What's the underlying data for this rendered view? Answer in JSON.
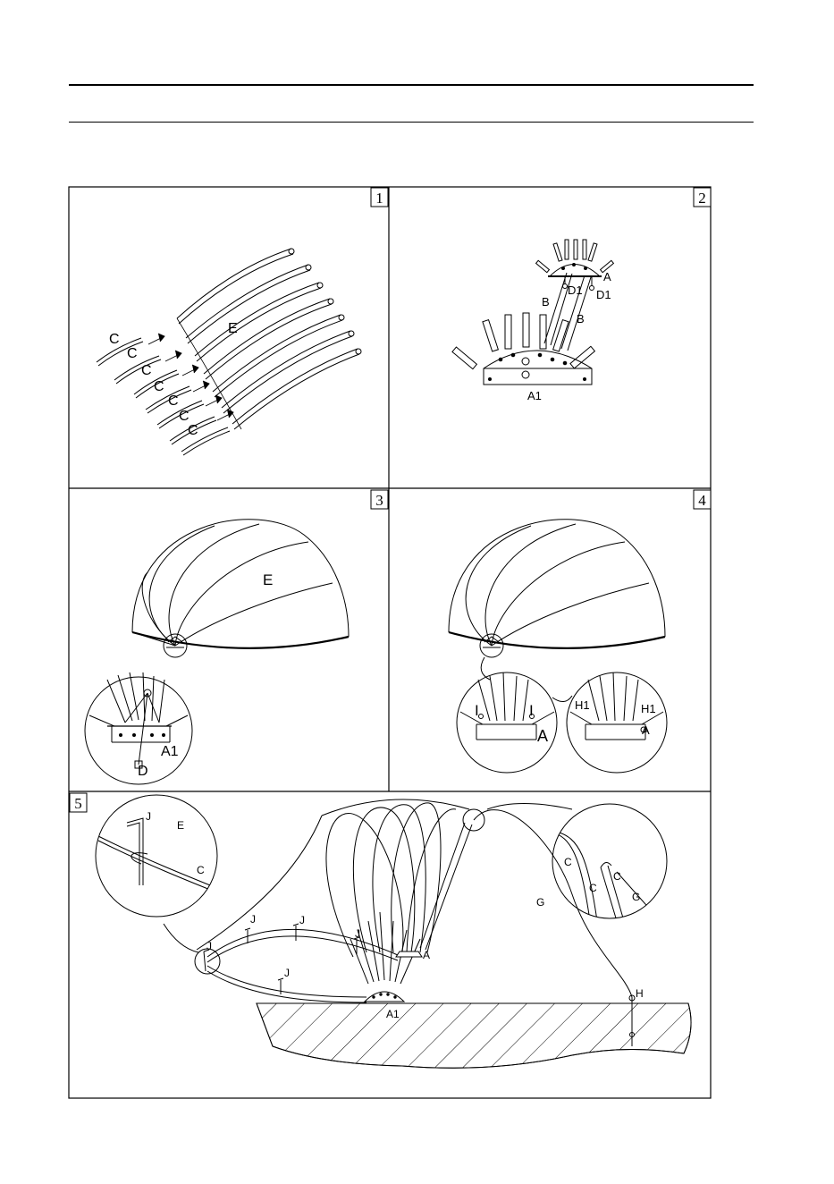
{
  "panels": [
    {
      "number": "1",
      "labels": {
        "c": "C",
        "e": "E"
      }
    },
    {
      "number": "2",
      "labels": {
        "a": "A",
        "a1": "A1",
        "b": "B",
        "d1": "D1"
      }
    },
    {
      "number": "3",
      "labels": {
        "e": "E",
        "a1": "A1",
        "d": "D"
      }
    },
    {
      "number": "4",
      "labels": {
        "i": "I",
        "a": "A",
        "h1": "H1"
      }
    },
    {
      "number": "5",
      "labels": {
        "j": "J",
        "e": "E",
        "c": "C",
        "a": "A",
        "a1": "A1",
        "g": "G",
        "h": "H"
      }
    }
  ]
}
